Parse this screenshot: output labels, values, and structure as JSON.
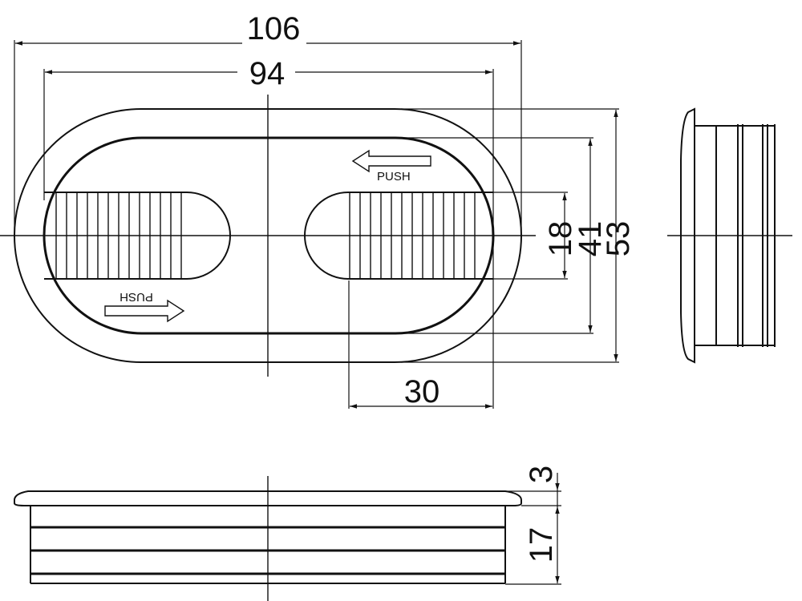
{
  "dimensions": {
    "overall_length": "106",
    "inner_length": "94",
    "slot_height": "18",
    "inner_height": "41",
    "overall_height": "53",
    "slot_width": "30",
    "flange_thickness": "3",
    "body_height": "17"
  },
  "labels": {
    "push_top": "PUSH",
    "push_bottom": "PUSH"
  }
}
